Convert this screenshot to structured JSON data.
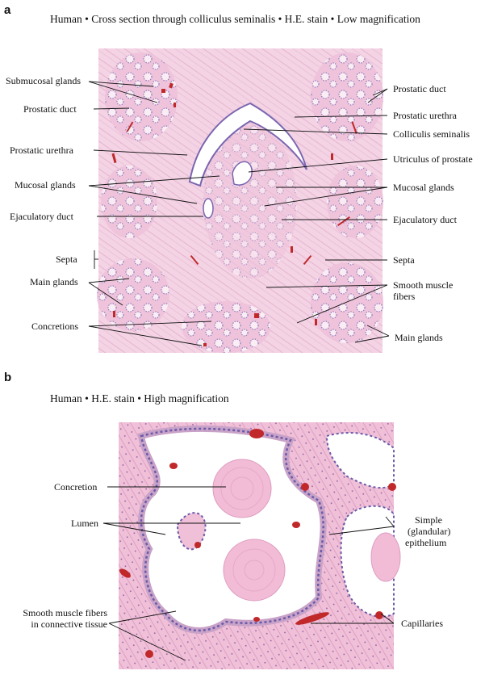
{
  "panel_a": {
    "letter": "a",
    "title": "Human • Cross section through colliculus seminalis • H.E. stain • Low magnification",
    "labels_left": {
      "submucosal_glands": "Submucosal glands",
      "prostatic_duct": "Prostatic duct",
      "prostatic_urethra": "Prostatic urethra",
      "mucosal_glands": "Mucosal glands",
      "ejaculatory_duct": "Ejaculatory duct",
      "septa": "Septa",
      "main_glands": "Main glands",
      "concretions": "Concretions"
    },
    "labels_right": {
      "prostatic_duct": "Prostatic duct",
      "prostatic_urethra": "Prostatic urethra",
      "colliculis_seminalis": "Colliculis seminalis",
      "utriculus": "Utriculus of prostate",
      "mucosal_glands": "Mucosal glands",
      "ejaculatory_duct": "Ejaculatory duct",
      "septa": "Septa",
      "smooth_muscle_line1": "Smooth muscle",
      "smooth_muscle_line2": "fibers",
      "main_glands": "Main glands"
    }
  },
  "panel_b": {
    "letter": "b",
    "title": "Human • H.E. stain • High magnification",
    "labels_left": {
      "concretion": "Concretion",
      "lumen": "Lumen",
      "smooth_muscle_line1": "Smooth muscle fibers",
      "smooth_muscle_line2": "in connective tissue"
    },
    "labels_right": {
      "epithelium_line1": "Simple",
      "epithelium_line2": "(glandular)",
      "epithelium_line3": "epithelium",
      "capillaries": "Capillaries"
    }
  },
  "colors": {
    "tissue_pink": "#f0c8dc",
    "tissue_light": "#f8e2ee",
    "nuclei": "#6a5aa8",
    "blood": "#c0282a",
    "lumen": "#ffffff"
  }
}
